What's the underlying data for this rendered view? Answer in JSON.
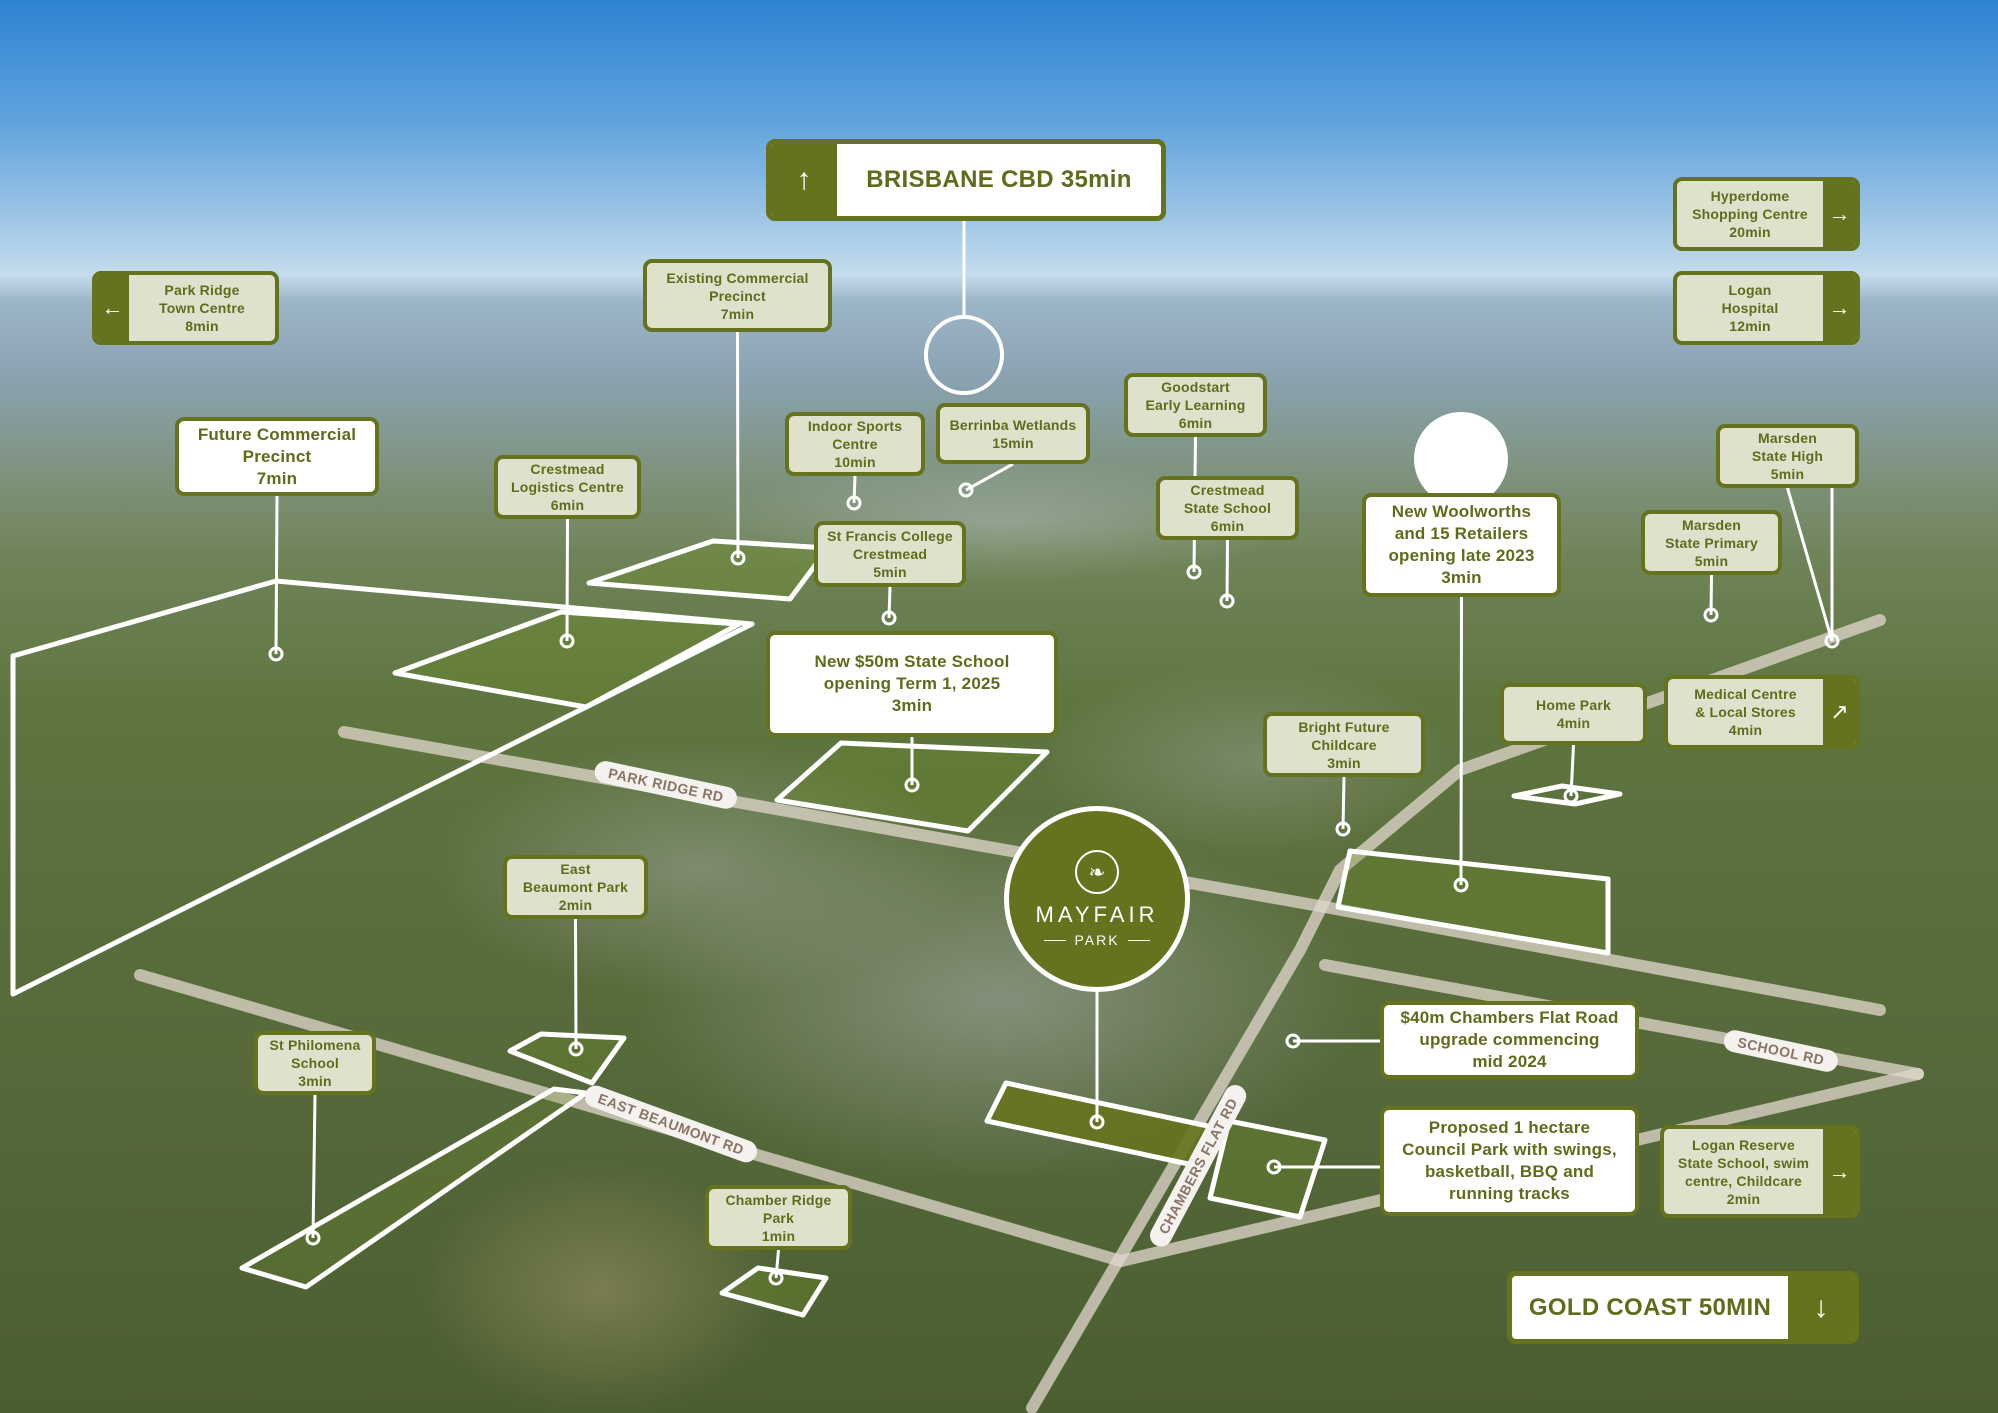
{
  "colors": {
    "brand_green": "#66731e",
    "label_fill": "#dfe1cd",
    "label_text": "#5e6c1c"
  },
  "logo": {
    "name": "MAYFAIR",
    "sub": "PARK",
    "icon": "leaf-icon"
  },
  "directions": [
    {
      "id": "brisbane",
      "text": "BRISBANE CBD 35min",
      "icon": "arrow-up-icon"
    },
    {
      "id": "goldcoast",
      "text": "GOLD COAST 50MIN",
      "icon": "arrow-down-icon"
    }
  ],
  "labels": [
    {
      "id": "park-ridge-town-centre",
      "lines": [
        "Park Ridge",
        "Town Centre"
      ],
      "time": "8min",
      "icon": "arrow-left-icon"
    },
    {
      "id": "existing-commercial-precinct",
      "lines": [
        "Existing Commercial",
        "Precinct"
      ],
      "time": "7min"
    },
    {
      "id": "future-commercial-precinct",
      "lines": [
        "Future Commercial",
        "Precinct"
      ],
      "time": "7min"
    },
    {
      "id": "crestmead-logistics-centre",
      "lines": [
        "Crestmead",
        "Logistics Centre"
      ],
      "time": "6min"
    },
    {
      "id": "indoor-sports-centre",
      "lines": [
        "Indoor Sports",
        "Centre"
      ],
      "time": "10min"
    },
    {
      "id": "berrinba-wetlands",
      "lines": [
        "Berrinba Wetlands"
      ],
      "time": "15min"
    },
    {
      "id": "st-francis-college",
      "lines": [
        "St Francis College",
        "Crestmead"
      ],
      "time": "5min"
    },
    {
      "id": "goodstart-early-learning",
      "lines": [
        "Goodstart",
        "Early Learning"
      ],
      "time": "6min"
    },
    {
      "id": "crestmead-state-school",
      "lines": [
        "Crestmead",
        "State School"
      ],
      "time": "6min"
    },
    {
      "id": "new-woolworths",
      "lines": [
        "New Woolworths",
        "and 15 Retailers",
        "opening late 2023"
      ],
      "time": "3min"
    },
    {
      "id": "hyperdome",
      "lines": [
        "Hyperdome",
        "Shopping Centre"
      ],
      "time": "20min",
      "icon": "arrow-right-icon"
    },
    {
      "id": "logan-hospital",
      "lines": [
        "Logan",
        "Hospital"
      ],
      "time": "12min",
      "icon": "arrow-right-icon"
    },
    {
      "id": "marsden-state-high",
      "lines": [
        "Marsden",
        "State High"
      ],
      "time": "5min"
    },
    {
      "id": "marsden-state-primary",
      "lines": [
        "Marsden",
        "State Primary"
      ],
      "time": "5min"
    },
    {
      "id": "new-state-school",
      "lines": [
        "New $50m State School",
        "opening Term 1, 2025"
      ],
      "time": "3min"
    },
    {
      "id": "bright-future-childcare",
      "lines": [
        "Bright Future",
        "Childcare"
      ],
      "time": "3min"
    },
    {
      "id": "home-park",
      "lines": [
        "Home Park"
      ],
      "time": "4min"
    },
    {
      "id": "medical-centre",
      "lines": [
        "Medical Centre",
        "& Local Stores"
      ],
      "time": "4min",
      "icon": "arrow-up-right-icon"
    },
    {
      "id": "east-beaumont-park",
      "lines": [
        "East",
        "Beaumont Park"
      ],
      "time": "2min"
    },
    {
      "id": "st-philomena-school",
      "lines": [
        "St Philomena",
        "School"
      ],
      "time": "3min"
    },
    {
      "id": "chamber-ridge-park",
      "lines": [
        "Chamber Ridge",
        "Park"
      ],
      "time": "1min"
    },
    {
      "id": "chambers-flat-road-upgrade",
      "lines": [
        "$40m Chambers Flat Road",
        "upgrade commencing",
        "mid 2024"
      ],
      "time": ""
    },
    {
      "id": "proposed-council-park",
      "lines": [
        "Proposed 1 hectare",
        "Council Park with swings,",
        "basketball, BBQ and",
        "running tracks"
      ],
      "time": ""
    },
    {
      "id": "logan-reserve-state-school",
      "lines": [
        "Logan Reserve",
        "State School, swim",
        "centre, Childcare"
      ],
      "time": "2min",
      "icon": "arrow-right-icon"
    }
  ],
  "roads": [
    {
      "id": "park-ridge-rd",
      "text": "PARK RIDGE RD"
    },
    {
      "id": "east-beaumont-rd",
      "text": "EAST BEAUMONT RD"
    },
    {
      "id": "chambers-flat-rd",
      "text": "CHAMBERS FLAT RD"
    },
    {
      "id": "school-rd",
      "text": "SCHOOL RD"
    }
  ]
}
